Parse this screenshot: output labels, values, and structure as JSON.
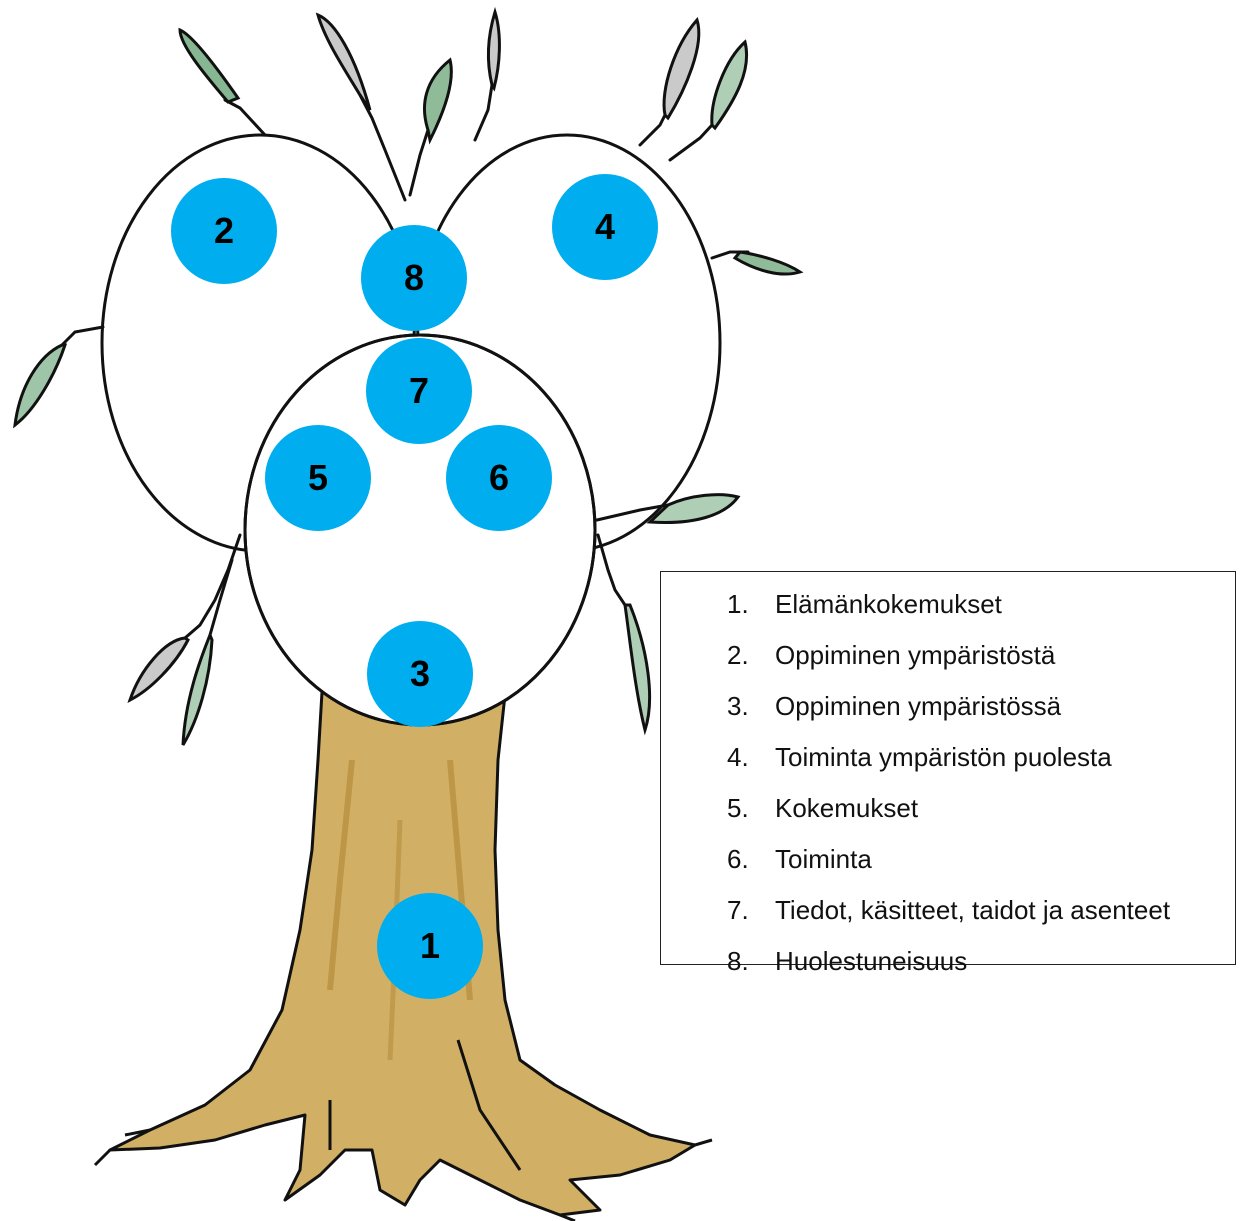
{
  "diagram": {
    "marker_color": "#00AEEF",
    "trunk_color": "#C9A24A",
    "leaf_color": "#5F9E6E",
    "markers": [
      {
        "id": "1",
        "label": "1"
      },
      {
        "id": "2",
        "label": "2"
      },
      {
        "id": "3",
        "label": "3"
      },
      {
        "id": "4",
        "label": "4"
      },
      {
        "id": "5",
        "label": "5"
      },
      {
        "id": "6",
        "label": "6"
      },
      {
        "id": "7",
        "label": "7"
      },
      {
        "id": "8",
        "label": "8"
      }
    ]
  },
  "legend": {
    "items": [
      {
        "number": "1.",
        "text": "Elämänkokemukset"
      },
      {
        "number": "2.",
        "text": "Oppiminen ympäristöstä"
      },
      {
        "number": "3.",
        "text": "Oppiminen ympäristössä"
      },
      {
        "number": "4.",
        "text": "Toiminta ympäristön puolesta"
      },
      {
        "number": "5.",
        "text": "Kokemukset"
      },
      {
        "number": "6.",
        "text": "Toiminta"
      },
      {
        "number": "7.",
        "text": "Tiedot, käsitteet, taidot ja asenteet"
      },
      {
        "number": "8.",
        "text": "Huolestuneisuus"
      }
    ]
  }
}
